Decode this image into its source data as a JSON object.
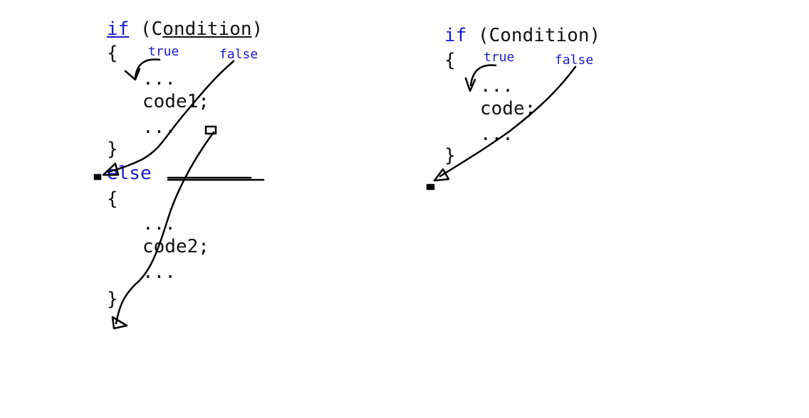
{
  "left": {
    "if_kw": "if",
    "open_paren": " (",
    "cond_start": "C",
    "cond_under": "ondition",
    "close_paren": ")",
    "brace_open_1": "{",
    "dots_1a": "...",
    "code1": "code1;",
    "dots_1b": "...",
    "brace_close_1": "}",
    "else_kw": "else",
    "brace_open_2": "{",
    "dots_2a": "...",
    "code2": "code2;",
    "dots_2b": "...",
    "brace_close_2": "}",
    "true_label": "true",
    "false_label": "false"
  },
  "right": {
    "if_kw": "if",
    "condition": " (Condition)",
    "brace_open": "{",
    "dots_a": "...",
    "code": "code;",
    "dots_b": "...",
    "brace_close": "}",
    "true_label": "true",
    "false_label": "false"
  },
  "colors": {
    "keyword": "#1a1acd",
    "ink": "#000000"
  }
}
